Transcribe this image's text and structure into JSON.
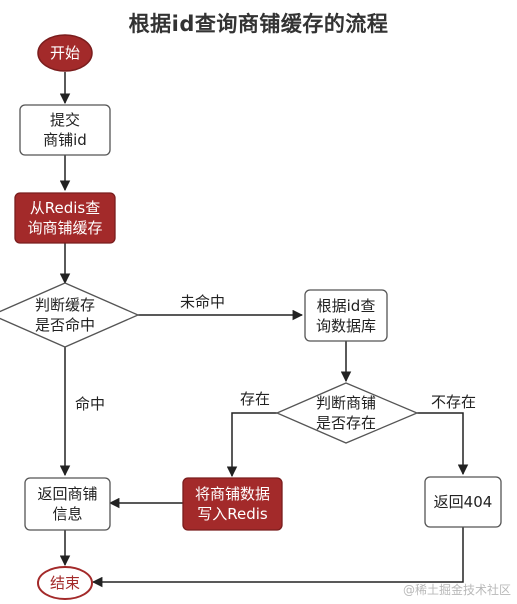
{
  "title": "根据id查询商铺缓存的流程",
  "colors": {
    "accent": "#a32a2a",
    "line": "#222222",
    "box_border": "#555555",
    "box_fill": "#ffffff",
    "text_light": "#ffffff"
  },
  "nodes": {
    "start": "开始",
    "submit": "提交\n商铺id",
    "query_redis": "从Redis查\n询商铺缓存",
    "check_cache": "判断缓存\n是否命中",
    "query_db": "根据id查\n询数据库",
    "check_shop": "判断商铺\n是否存在",
    "write_redis": "将商铺数据\n写入Redis",
    "return_shop": "返回商铺\n信息",
    "return_404": "返回404",
    "end": "结束"
  },
  "edges": {
    "miss": "未命中",
    "hit": "命中",
    "exists": "存在",
    "not_exists": "不存在"
  },
  "watermark": "@稀土掘金技术社区"
}
